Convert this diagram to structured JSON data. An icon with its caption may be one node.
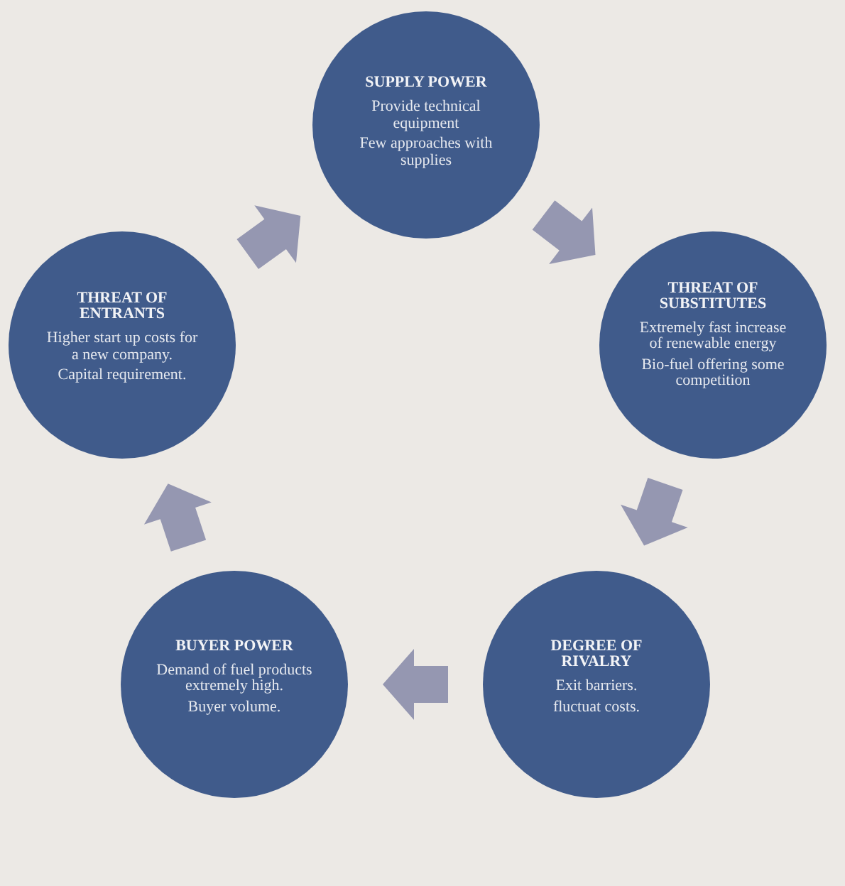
{
  "diagram": {
    "nodes": [
      {
        "text": [
          "SUPPLY POWER",
          "Provide technical equipment",
          "Few approaches with supplies"
        ]
      },
      {
        "text": [
          "THREAT OF ENTRANTS",
          "Higher start up costs for a new company.",
          "Capital requirement."
        ]
      },
      {
        "text": [
          "THREAT OF SUBSTITUTES",
          "Extremely fast increase of renewable energy",
          "Bio-fuel offering some competition"
        ]
      },
      {
        "text": [
          "BUYER POWER",
          "Demand of fuel products extremely high.",
          "Buyer volume."
        ]
      },
      {
        "text": [
          "DEGREE OF RIVALRY",
          "Exit barriers.",
          "fluctuat costs."
        ]
      }
    ],
    "edges": [
      {
        "from": 1,
        "to": 0,
        "arrow": "to"
      },
      {
        "from": 0,
        "to": 2,
        "arrow": "to"
      },
      {
        "from": 2,
        "to": 4,
        "arrow": "to"
      },
      {
        "from": 4,
        "to": 3,
        "arrow": "to"
      },
      {
        "from": 3,
        "to": 1,
        "arrow": "to"
      }
    ]
  }
}
